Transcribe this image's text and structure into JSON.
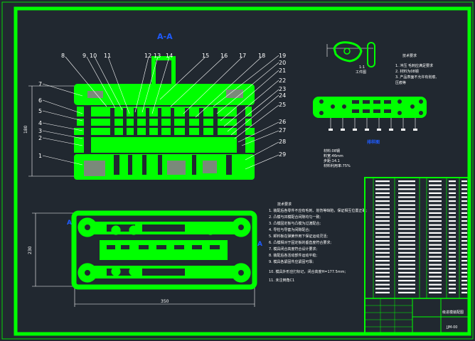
{
  "section_label": "A-A",
  "part_numbers_left": [
    "1",
    "2",
    "3",
    "4",
    "5",
    "6",
    "7"
  ],
  "part_numbers_top": [
    "8",
    "9",
    "10",
    "11",
    "12",
    "13",
    "14",
    "15",
    "16",
    "17",
    "18"
  ],
  "part_numbers_right": [
    "19",
    "20",
    "21",
    "22",
    "23",
    "24",
    "25",
    "26",
    "27",
    "28",
    "29"
  ],
  "side_markers": [
    "A",
    "A"
  ],
  "dims": {
    "height_left": "180",
    "height_plan": "230",
    "width_plan": "350"
  },
  "part_detail": {
    "label_a": "1:1",
    "label_b": "工件图"
  },
  "tech_req": {
    "title": "技术要求",
    "lines": [
      "1.  冲压  毛刺应满足要求",
      "2.  材料为08钢",
      "3.  产品表面不允许有划痕、",
      "    压痕等"
    ]
  },
  "strip": {
    "caption": "排样图"
  },
  "strip_params": [
    "材料:08钢",
    "料宽:46mm",
    "步距:14.1",
    "材料利用率:75%"
  ],
  "notes": {
    "title": "技术要求",
    "lines": [
      "1. 装配后各零件不应有毛刺、划伤等缺陷，保证相互位置正确;",
      "2. 凸模与凹模配合间隙均匀一致;",
      "3. 凸模固定板与凸模为过渡配合;",
      "4. 导柱与导套为间隙配合;",
      "5. 卸料板在弹簧作用下保证运动灵活;",
      "6. 凸模相对于固定板的垂直度符合要求;",
      "7. 模具闭合高度符合设计要求;",
      "8. 装配后各活动部件运动平稳;",
      "9. 模具各紧固件应紧固可靠;",
      "10. 模具外形应打标记，闭合高度H=177.5mm;",
      "11. 未注倒角C1"
    ]
  },
  "title_block": {
    "title": "级进模装配图",
    "drawing_no": "JJM-00"
  },
  "colors": {
    "background": "#212830",
    "frame": "#00ff00",
    "line": "#ffffff",
    "marker": "#1f5bff"
  }
}
